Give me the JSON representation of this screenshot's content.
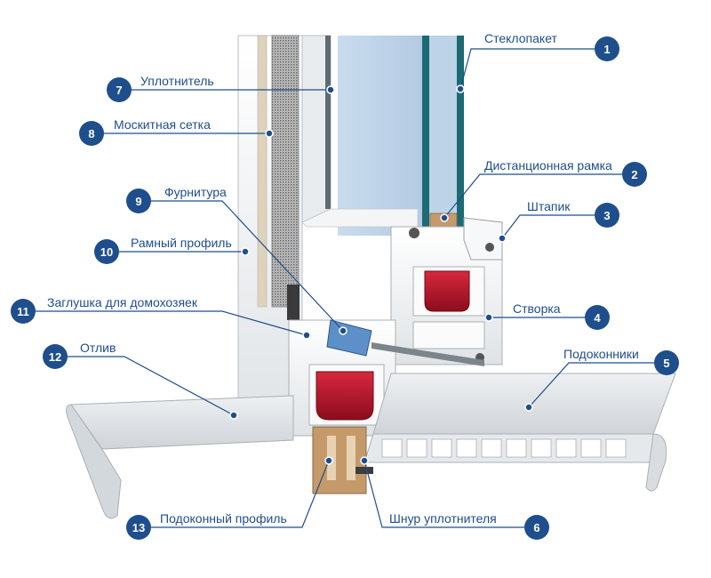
{
  "callouts": [
    {
      "num": "1",
      "label": "Стеклопакет"
    },
    {
      "num": "2",
      "label": "Дистанционная рамка"
    },
    {
      "num": "3",
      "label": "Штапик"
    },
    {
      "num": "4",
      "label": "Створка"
    },
    {
      "num": "5",
      "label": "Подоконники"
    },
    {
      "num": "6",
      "label": "Шнур уплотнителя"
    },
    {
      "num": "7",
      "label": "Уплотнитель"
    },
    {
      "num": "8",
      "label": "Москитная сетка"
    },
    {
      "num": "9",
      "label": "Фурнитура"
    },
    {
      "num": "10",
      "label": "Рамный профиль"
    },
    {
      "num": "11",
      "label": "Заглушка для домохозяек"
    },
    {
      "num": "12",
      "label": "Отлив"
    },
    {
      "num": "13",
      "label": "Подоконный профиль"
    }
  ],
  "colors": {
    "accent": "#1f4e8c",
    "glass": "#bcd3ea",
    "glass_edge": "#1c6a74",
    "gasket": "#b0102a",
    "pvc": "#f4f6f7",
    "pvc_shadow": "#c9ced3",
    "mesh": "#8c8c8c",
    "wood": "#c59a6a"
  }
}
